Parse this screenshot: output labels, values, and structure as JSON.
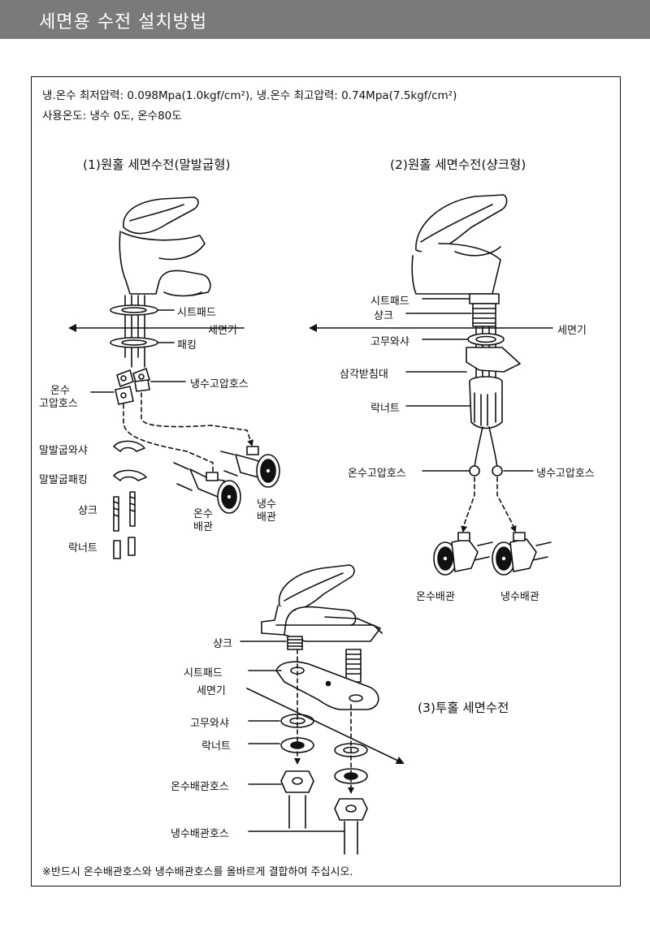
{
  "header": {
    "title": "세면용 수전 설치방법"
  },
  "specs": {
    "line1": "냉.온수 최저압력: 0.098Mpa(1.0kgf/cm²), 냉.온수 최고압력: 0.74Mpa(7.5kgf/cm²)",
    "line2": "사용온도: 냉수 0도, 온수80도"
  },
  "section1": {
    "title": "(1)원홀 세면수전(말발굽형)",
    "labels": {
      "seat_pad": "시트패드",
      "basin": "세면기",
      "packing": "패킹",
      "hot_hose_a": "온수",
      "hot_hose_b": "고압호스",
      "cold_hose": "냉수고압호스",
      "horseshoe_washer": "말발굽와샤",
      "horseshoe_packing": "말발굽패킹",
      "shank": "샹크",
      "lock_nut": "락너트",
      "hot_pipe_a": "온수",
      "hot_pipe_b": "배관",
      "cold_pipe_a": "냉수",
      "cold_pipe_b": "배관"
    }
  },
  "section2": {
    "title": "(2)원홀 세면수전(샹크형)",
    "labels": {
      "seat_pad": "시트패드",
      "shank": "샹크",
      "basin": "세면기",
      "rubber_washer": "고무와샤",
      "triangle_support": "삼각받침대",
      "lock_nut": "락너트",
      "hot_hose": "온수고압호스",
      "cold_hose": "냉수고압호스",
      "hot_pipe": "온수배관",
      "cold_pipe": "냉수배관"
    }
  },
  "section3": {
    "title": "(3)투홀 세면수전",
    "labels": {
      "shank": "샹크",
      "seat_pad": "시트패드",
      "basin": "세면기",
      "rubber_washer": "고무와샤",
      "lock_nut": "락너트",
      "hot_pipe_hose": "온수배관호스",
      "cold_pipe_hose": "냉수배관호스"
    }
  },
  "footer_note": "※반드시 온수배관호스와 냉수배관호스를 올바르게 결합하여 주십시오."
}
